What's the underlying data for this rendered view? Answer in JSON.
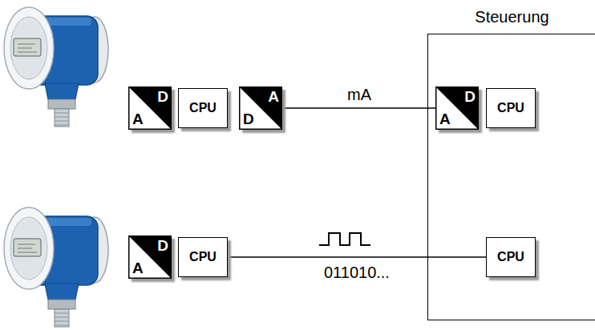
{
  "diagram": {
    "nodes": [
      {
        "text": [
          "Steuerung"
        ]
      },
      {
        "text": [
          "D",
          "A"
        ]
      },
      {
        "text": [
          "CPU"
        ]
      },
      {
        "text": [
          "A",
          "D"
        ]
      },
      {
        "text": [
          "D",
          "A"
        ],
        "in": 0
      },
      {
        "text": [
          "CPU"
        ],
        "in": 0
      },
      {
        "text": [
          "D",
          "A"
        ]
      },
      {
        "text": [
          "CPU"
        ]
      },
      {
        "text": [
          "CPU"
        ],
        "in": 0
      }
    ],
    "edges": [
      {
        "from": 3,
        "to": 4,
        "arrow": "none",
        "label": "mA"
      },
      {
        "from": 7,
        "to": 8,
        "arrow": "none",
        "label": "011010..."
      }
    ]
  }
}
